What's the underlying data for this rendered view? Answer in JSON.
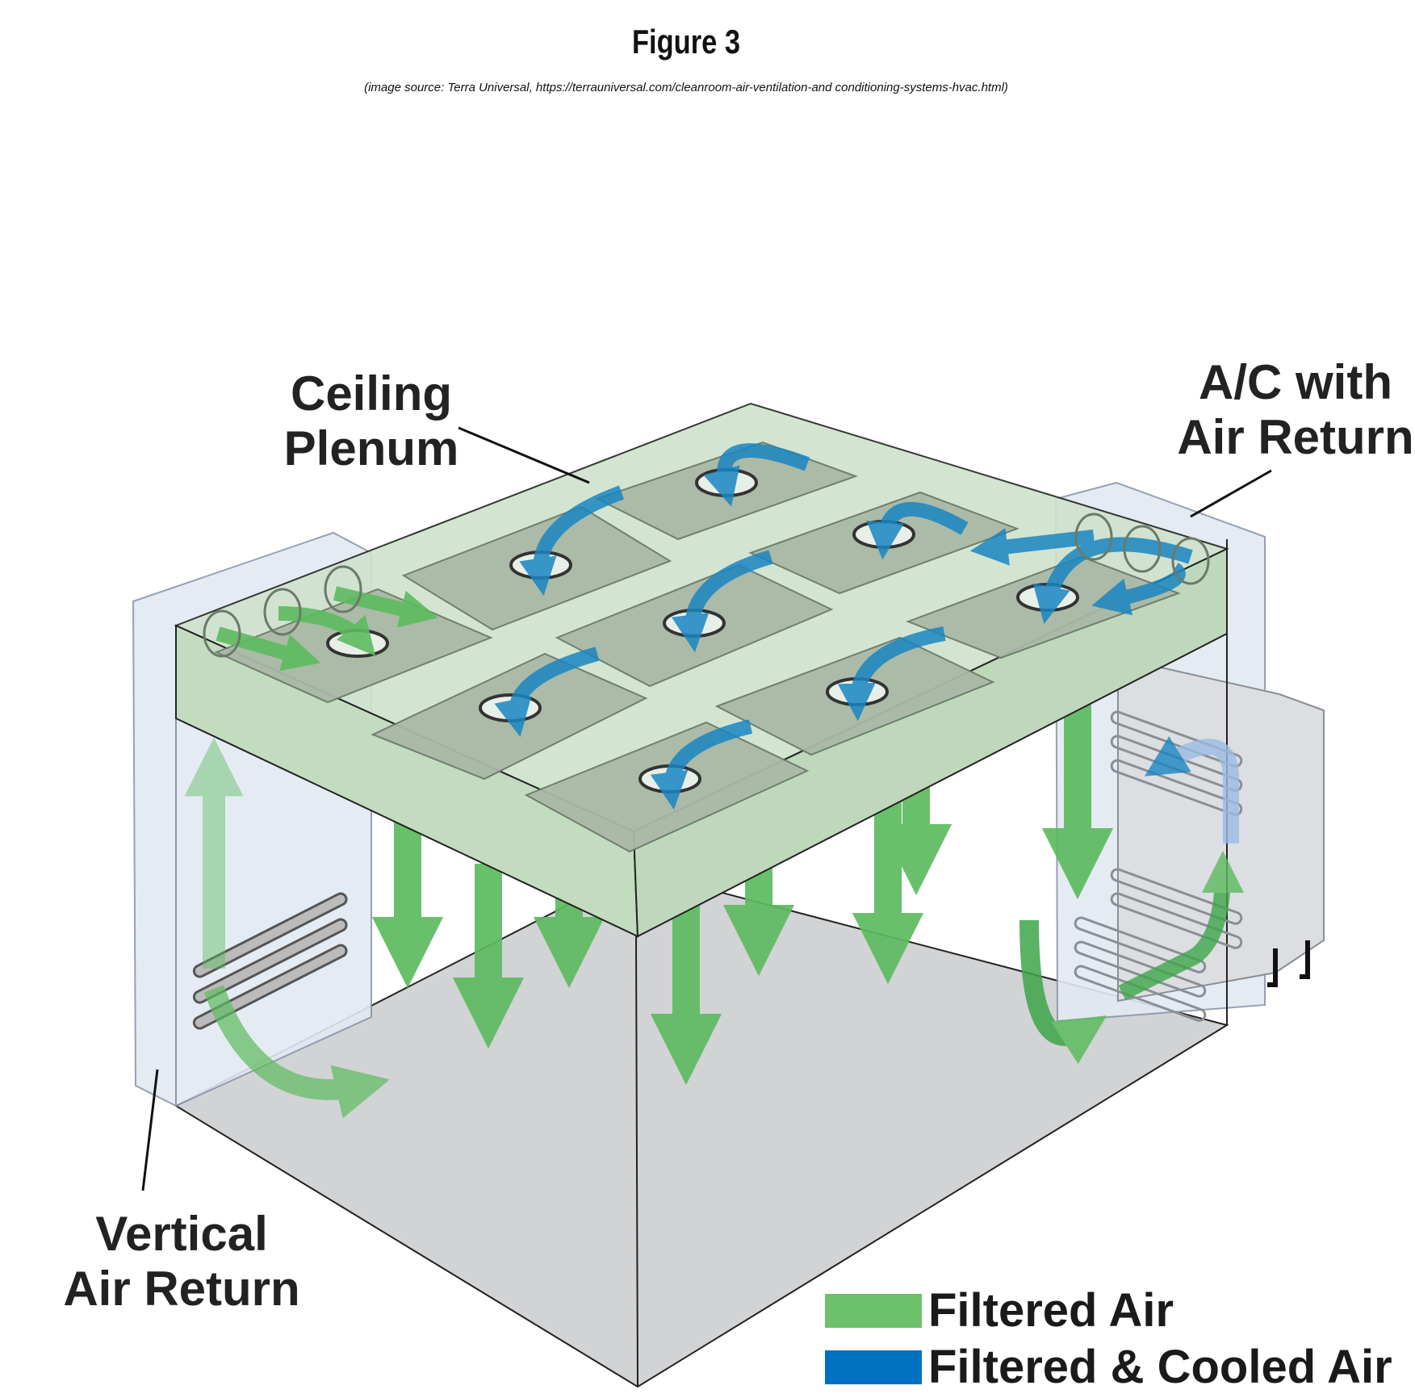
{
  "header": {
    "title": "Figure 3",
    "source": "(image source: Terra Universal, https://terrauniversal.com/cleanroom-air-ventilation-and conditioning-systems-hvac.html)"
  },
  "labels": {
    "ceiling_plenum": [
      "Ceiling",
      "Plenum"
    ],
    "ac_return": [
      "A/C with",
      "Air Return"
    ],
    "vertical_return": [
      "Vertical",
      "Air Return"
    ]
  },
  "legend": {
    "filtered": {
      "label": "Filtered Air",
      "color": "#6cc16a"
    },
    "cooled": {
      "label": "Filtered & Cooled Air",
      "color": "#0070c0"
    }
  },
  "colors": {
    "floor": "#d2d3d5",
    "plenum": "#cfe3cd",
    "filter": "#a9b9a6",
    "wall": "#dfe6f0",
    "green": "#5dbb5f",
    "blue": "#1a86c2"
  }
}
